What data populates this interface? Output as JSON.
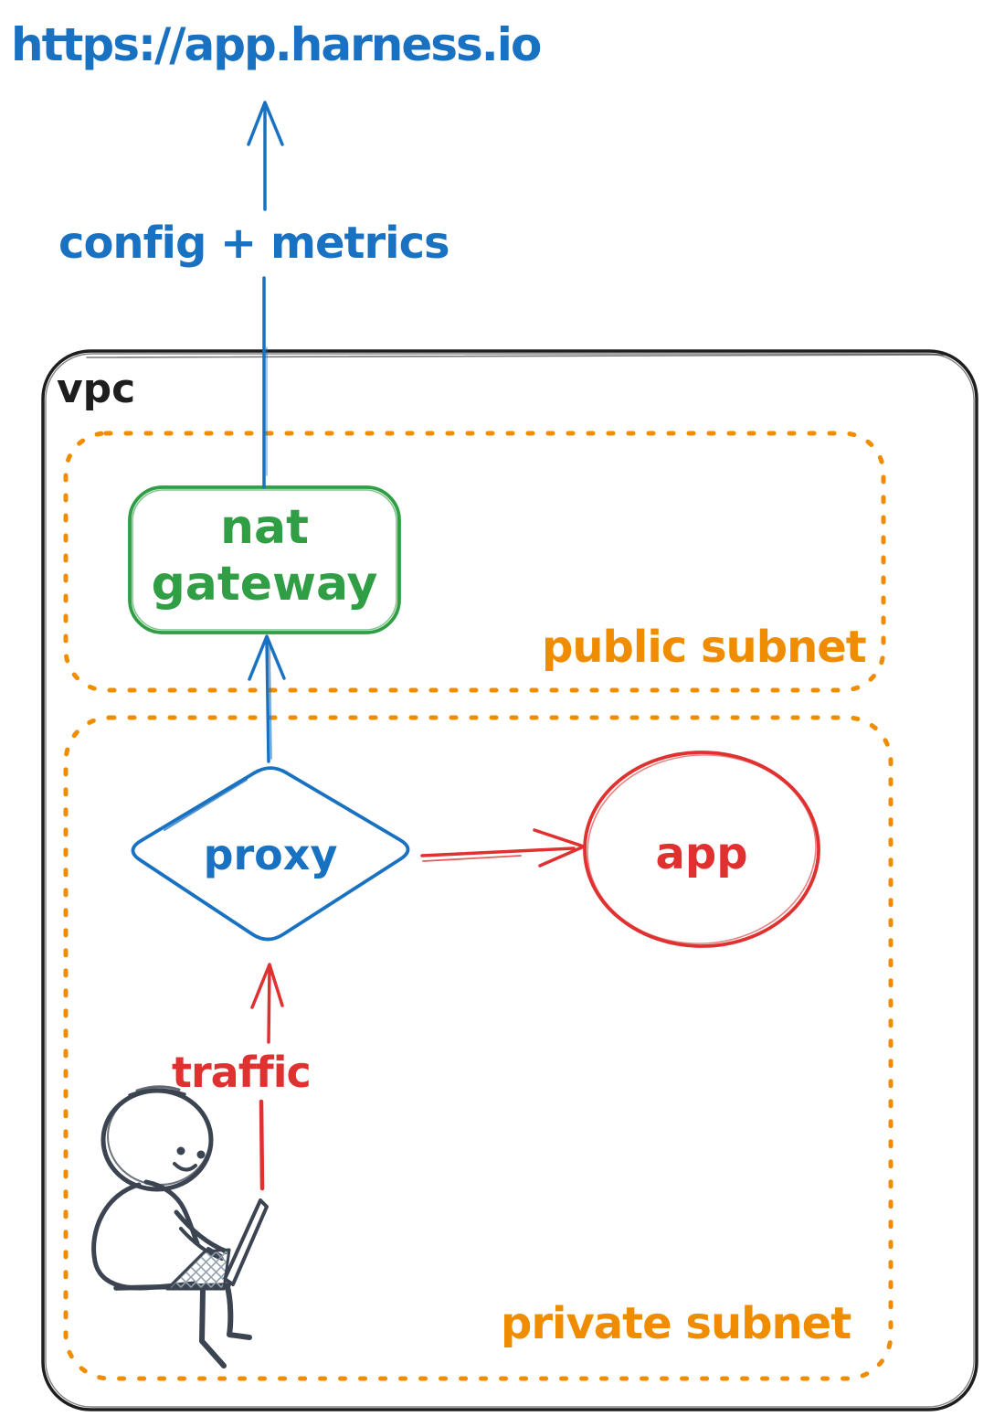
{
  "diagram": {
    "url_label": "https://app.harness.io",
    "config_metrics_label": "config + metrics",
    "vpc": {
      "label": "vpc"
    },
    "public_subnet": {
      "label": "public subnet"
    },
    "private_subnet": {
      "label": "private subnet"
    },
    "nat_gateway": {
      "label": "nat gateway"
    },
    "proxy": {
      "label": "proxy"
    },
    "app": {
      "label": "app"
    },
    "traffic_label": "traffic"
  },
  "colors": {
    "blue": "#1971c2",
    "green": "#2f9e44",
    "orange": "#f08c00",
    "red": "#e03131",
    "ink": "#1e1e1e",
    "person": "#3b4450"
  }
}
